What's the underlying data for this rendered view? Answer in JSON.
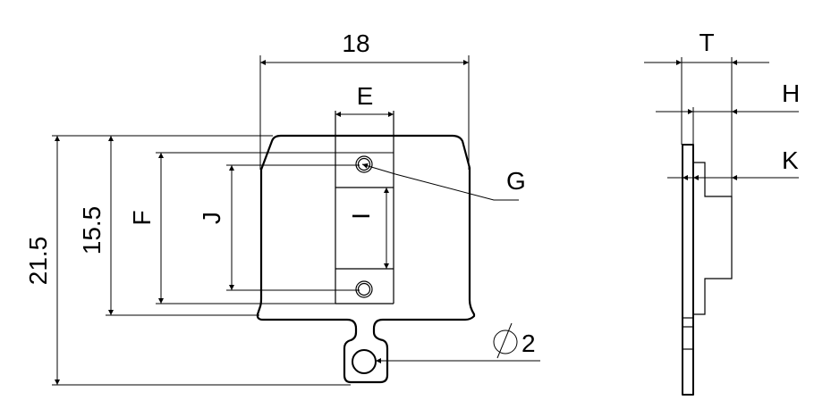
{
  "drawing": {
    "front_view": {
      "width_dim": "18",
      "overall_height_dim": "21.5",
      "body_height_dim": "15.5",
      "slot_width_label": "E",
      "hole_pitch_outer_label": "F",
      "hole_pitch_inner_label": "J",
      "window_height_label": "I",
      "hole_callout_label": "G",
      "mount_hole_symbol": "⌀",
      "mount_hole_dim": "2"
    },
    "side_view": {
      "total_thickness_label": "T",
      "offset_label": "H",
      "plate_thickness_label": "K"
    },
    "colors": {
      "line": "#000000",
      "background": "#ffffff"
    }
  }
}
